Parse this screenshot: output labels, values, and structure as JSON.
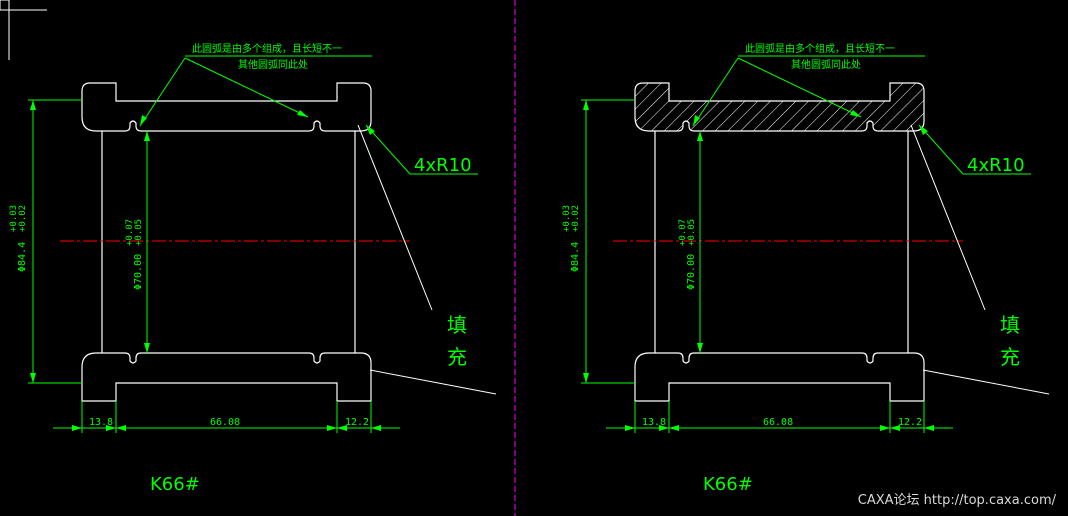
{
  "colors": {
    "background": "#000000",
    "outline": "#ffffff",
    "dimension": "#00ff00",
    "centerline": "#ff0000",
    "divider": "#ff00ff",
    "hatch": "#ffffff"
  },
  "views": [
    {
      "note_line1": "此圆弧是由多个组成，且长短不一",
      "note_line2": "其他圆弧同此处",
      "radius_label": "4xR10",
      "fill_char1": "填",
      "fill_char2": "充",
      "outer_dim": "Φ84.4",
      "outer_tol_top": "+0.03",
      "outer_tol_bottom": "+0.02",
      "inner_dim": "Φ70.00",
      "inner_tol_top": "+0.07",
      "inner_tol_bottom": "+0.05",
      "dim_left": "13.8",
      "dim_middle": "66.08",
      "dim_right": "12.2",
      "part_label": "K66#",
      "hatched": false
    },
    {
      "note_line1": "此圆弧是由多个组成，且长短不一",
      "note_line2": "其他圆弧同此处",
      "radius_label": "4xR10",
      "fill_char1": "填",
      "fill_char2": "充",
      "outer_dim": "Φ84.4",
      "outer_tol_top": "+0.03",
      "outer_tol_bottom": "+0.02",
      "inner_dim": "Φ70.00",
      "inner_tol_top": "+0.07",
      "inner_tol_bottom": "+0.05",
      "dim_left": "13.8",
      "dim_middle": "66.08",
      "dim_right": "12.2",
      "part_label": "K66#",
      "hatched": true
    }
  ],
  "watermark": "CAXA论坛 http://top.caxa.com/"
}
